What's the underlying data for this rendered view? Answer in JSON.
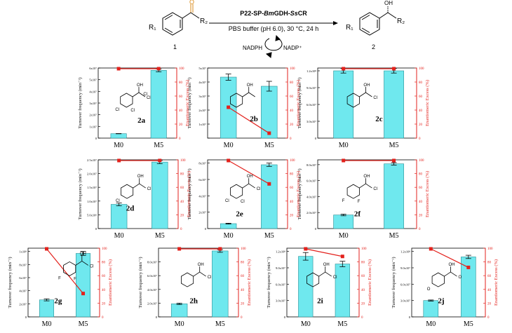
{
  "scheme": {
    "catalyst": "P22-SP-BmGDH-SsCR",
    "catalyst_prefix": "P22-SP-",
    "catalyst_italic1": "Bm",
    "catalyst_mid": "GDH-",
    "catalyst_italic2": "Ss",
    "catalyst_suffix": "CR",
    "conditions": "PBS buffer (pH 6.0), 30 °C, 24 h",
    "cofactor_left": "NADPH",
    "cofactor_right": "NADP⁺",
    "substrate_number": "1",
    "product_number": "2",
    "carbonyl_o": "O",
    "hydroxyl": "OH",
    "r1": "R₁",
    "r2": "R₂"
  },
  "colors": {
    "bar": "#6fe8ee",
    "bar_stroke": "#2a8f95",
    "ee_line": "#e3211c"
  },
  "chart_data": [
    {
      "id": "2a",
      "type": "bar",
      "categories": [
        "M0",
        "M5"
      ],
      "values": [
        3800000.0,
        58000000.0
      ],
      "errors": [
        100000.0,
        1200000.0
      ],
      "ee": [
        99,
        99
      ],
      "ylim": [
        0,
        60000000.0
      ],
      "yticks": [
        "0",
        "1x10⁷",
        "2x10⁷",
        "3x10⁷",
        "4x10⁷",
        "5x10⁷",
        "6x10⁷"
      ],
      "y2ticks": [
        "0",
        "20",
        "40",
        "60",
        "80",
        "100"
      ],
      "ylabel": "Turnover frequency (min⁻¹)",
      "y2label": "Enantiomeric Excess (%)",
      "label": "2a",
      "mol_text": [
        "OH",
        "Cl",
        "Cl",
        "Cl",
        "Cl"
      ]
    },
    {
      "id": "2b",
      "type": "bar",
      "categories": [
        "M0",
        "M5"
      ],
      "values": [
        43500000.0,
        37000000.0
      ],
      "errors": [
        2200000.0,
        3500000.0
      ],
      "ee": [
        44,
        7
      ],
      "ylim": [
        0,
        50000000.0
      ],
      "yticks": [
        "",
        "1x10⁷",
        "2x10⁷",
        "3x10⁷",
        "4x10⁷",
        "5x10⁷"
      ],
      "y2ticks": [
        "0",
        "20",
        "40",
        "60",
        "80",
        "100"
      ],
      "ylabel": "Turnover frequency (min⁻¹)",
      "y2label": "Enantiomeric Excess (%)",
      "label": "2b",
      "mol_text": [
        "OH"
      ]
    },
    {
      "id": "2c",
      "type": "bar",
      "categories": [
        "M0",
        "M5"
      ],
      "values": [
        120000000.0,
        120000000.0
      ],
      "errors": [
        4000000.0,
        4000000.0
      ],
      "ee": [
        99,
        99
      ],
      "ylim": [
        0,
        125000000.0
      ],
      "yticks": [
        "0",
        "3.0x10⁷",
        "6.0x10⁷",
        "9.0x10⁷",
        "1.2x10⁸"
      ],
      "y2ticks": [
        "0",
        "20",
        "40",
        "60",
        "80",
        "100"
      ],
      "ylabel": "Turnover frequency (min⁻¹)",
      "y2label": "Enantiomeric Excess (%)",
      "label": "2c",
      "mol_text": [
        "OH",
        "Cl"
      ]
    },
    {
      "id": "2d",
      "type": "bar",
      "categories": [
        "M0",
        "M5"
      ],
      "values": [
        8800000.0,
        24200000.0
      ],
      "errors": [
        500000.0,
        600000.0
      ],
      "ee": [
        99,
        99
      ],
      "ylim": [
        0,
        25000000.0
      ],
      "yticks": [
        "0",
        "5.0x10⁶",
        "1.0x10⁷",
        "1.5x10⁷",
        "2.0x10⁷",
        "2.5x10⁷"
      ],
      "y2ticks": [
        "0",
        "20",
        "40",
        "60",
        "80",
        "100"
      ],
      "ylabel": "Turnover frequency (min⁻¹)",
      "y2label": "Enantiomeric Excess (%)",
      "label": "2d",
      "mol_text": [
        "OH",
        "Cl",
        "Cl"
      ]
    },
    {
      "id": "2e",
      "type": "bar",
      "categories": [
        "M0",
        "M5"
      ],
      "values": [
        6000000.0,
        78000000.0
      ],
      "errors": [
        500000.0,
        2000000.0
      ],
      "ee": [
        99,
        65
      ],
      "ylim": [
        0,
        84000000.0
      ],
      "yticks": [
        "0",
        "2x10⁷",
        "4x10⁷",
        "6x10⁷",
        "8x10⁷"
      ],
      "y2ticks": [
        "0",
        "20",
        "40",
        "60",
        "80",
        "100"
      ],
      "ylabel": "Turnover frequency (min⁻¹)",
      "y2label": "Enantiomeric Excess (%)",
      "label": "2e",
      "mol_text": [
        "OH",
        "Cl",
        "Cl",
        "Cl"
      ]
    },
    {
      "id": "2f",
      "type": "bar",
      "categories": [
        "M0",
        "M5"
      ],
      "values": [
        17000000.0,
        81000000.0
      ],
      "errors": [
        1000000.0,
        1500000.0
      ],
      "ee": [
        99,
        99
      ],
      "ylim": [
        0,
        86000000.0
      ],
      "yticks": [
        "0",
        "2.0x10⁷",
        "4.0x10⁷",
        "6.0x10⁷",
        "8.0x10⁷"
      ],
      "y2ticks": [
        "0",
        "20",
        "40",
        "60",
        "80",
        "100"
      ],
      "ylabel": "Turnover frequency (min⁻¹)",
      "y2label": "Enantiomeric Excess (%)",
      "label": "2f",
      "mol_text": [
        "OH",
        "Cl",
        "F",
        "F"
      ]
    },
    {
      "id": "2g",
      "type": "bar",
      "categories": [
        "M0",
        "M5"
      ],
      "values": [
        26000000.0,
        97000000.0
      ],
      "errors": [
        1500000.0,
        3000000.0
      ],
      "ee": [
        99,
        34
      ],
      "ylim": [
        0,
        105000000.0
      ],
      "yticks": [
        "0",
        "2x10⁷",
        "4x10⁷",
        "6x10⁷",
        "8x10⁷",
        "1x10⁸"
      ],
      "y2ticks": [
        "0",
        "20",
        "40",
        "60",
        "80",
        "100"
      ],
      "ylabel": "Turnover frequency (min⁻¹)",
      "y2label": "Enantiomeric Excess (%)",
      "label": "2g",
      "mol_text": [
        "OH",
        "Cl",
        "F",
        "F"
      ]
    },
    {
      "id": "2h",
      "type": "bar",
      "categories": [
        "M0",
        "M5"
      ],
      "values": [
        19000000.0,
        96000000.0
      ],
      "errors": [
        1000000.0,
        2000000.0
      ],
      "ee": [
        99,
        99
      ],
      "ylim": [
        0,
        100000000.0
      ],
      "yticks": [
        "0",
        "2.0x10⁷",
        "4.0x10⁷",
        "6.0x10⁷",
        "8.0x10⁷"
      ],
      "y2ticks": [
        "0",
        "20",
        "40",
        "60",
        "80",
        "100"
      ],
      "ylabel": "Turnover frequency (min⁻¹)",
      "y2label": "Enantiomeric Excess (%)",
      "label": "2h",
      "mol_text": [
        "OH",
        "Cl"
      ]
    },
    {
      "id": "2i",
      "type": "bar",
      "categories": [
        "M0",
        "M5"
      ],
      "values": [
        111000000.0,
        97000000.0
      ],
      "errors": [
        7000000.0,
        5000000.0
      ],
      "ee": [
        99,
        88
      ],
      "ylim": [
        0,
        126000000.0
      ],
      "yticks": [
        "0",
        "3.0x10⁷",
        "6.0x10⁷",
        "9.0x10⁷",
        "1.2x10⁸"
      ],
      "y2ticks": [
        "0",
        "20",
        "40",
        "60",
        "80",
        "100"
      ],
      "ylabel": "Turnover frequency (min⁻¹)",
      "y2label": "Enantiomeric Excess (%)",
      "label": "2i",
      "mol_text": [
        "OH",
        "Cl"
      ]
    },
    {
      "id": "2j",
      "type": "bar",
      "categories": [
        "M0",
        "M5"
      ],
      "values": [
        30000000.0,
        110000000.0
      ],
      "errors": [
        1000000.0,
        3000000.0
      ],
      "ee": [
        99,
        72
      ],
      "ylim": [
        0,
        126000000.0
      ],
      "yticks": [
        "0",
        "3.0x10⁷",
        "6.0x10⁷",
        "9.0x10⁷",
        "1.2x10⁸"
      ],
      "y2ticks": [
        "0",
        "20",
        "40",
        "60",
        "80",
        "100"
      ],
      "ylabel": "Turnover frequency (min⁻¹)",
      "y2label": "Enantiomeric Excess (%)",
      "label": "2j",
      "mol_text": [
        "OH",
        "O",
        "O"
      ]
    }
  ]
}
